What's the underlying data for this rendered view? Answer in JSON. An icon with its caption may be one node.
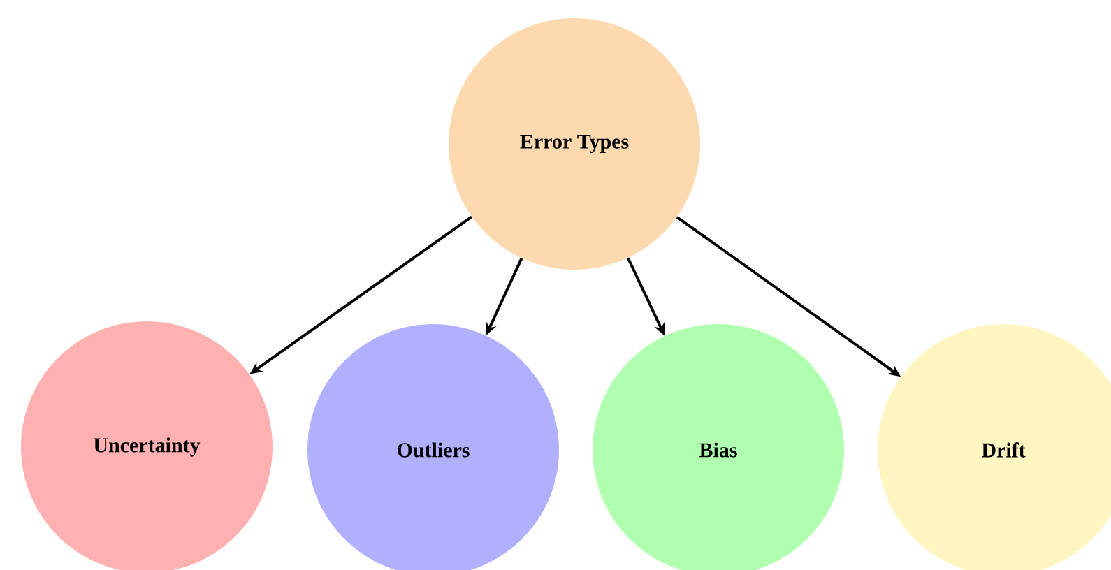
{
  "diagram": {
    "nodes": [
      {
        "text": [
          "Error Types"
        ]
      },
      {
        "text": [
          "Uncertainty"
        ]
      },
      {
        "text": [
          "Outliers"
        ]
      },
      {
        "text": [
          "Bias"
        ]
      },
      {
        "text": [
          "Drift"
        ]
      }
    ],
    "edges": [
      {
        "from": 0,
        "to": 1,
        "arrow": "to"
      },
      {
        "from": 0,
        "to": 2,
        "arrow": "to"
      },
      {
        "from": 0,
        "to": 3,
        "arrow": "to"
      },
      {
        "from": 0,
        "to": 4,
        "arrow": "to"
      }
    ]
  }
}
